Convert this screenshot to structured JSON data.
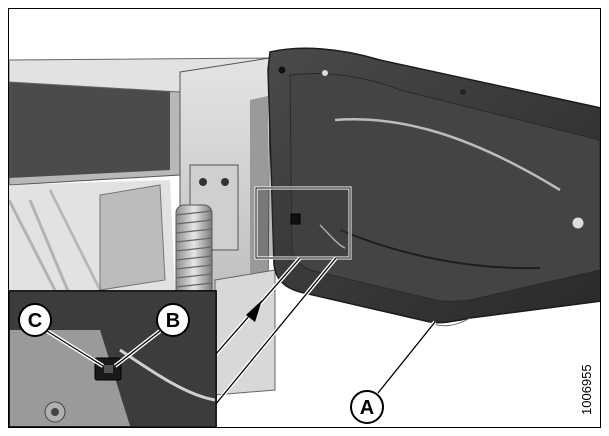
{
  "figure": {
    "figure_number": "1006955",
    "callouts": {
      "a": "A",
      "b": "B",
      "c": "C"
    },
    "colors": {
      "shield": "#3a3a3a",
      "shield_edge": "#1c1c1c",
      "frame_light": "#d6d6d6",
      "frame_mid": "#a9a9a9",
      "frame_dark": "#6f6f6f",
      "background": "#ffffff"
    },
    "depicted_parts": [
      "endshield",
      "endsheet-frame",
      "spring",
      "hinge-bracket",
      "latch",
      "detail-inset"
    ]
  }
}
